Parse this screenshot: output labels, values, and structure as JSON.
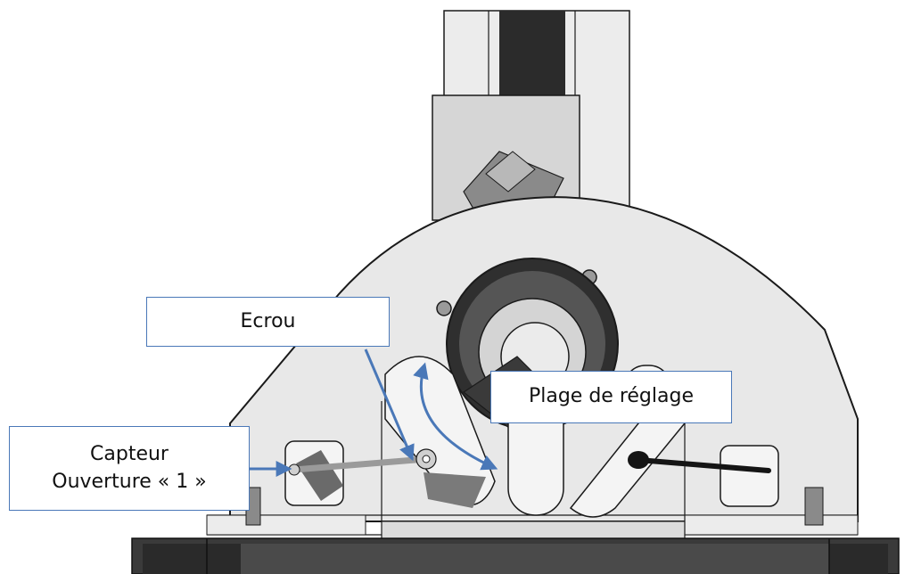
{
  "callouts": {
    "ecrou": "Ecrou",
    "plage": "Plage de réglage",
    "capteur_line1": "Capteur",
    "capteur_line2": "Ouverture « 1 »"
  },
  "colors": {
    "arrow": "#4a78b8",
    "callout_border": "#4a78b8",
    "part_fill": "#e6e6e6",
    "outline": "#1a1a1a"
  }
}
